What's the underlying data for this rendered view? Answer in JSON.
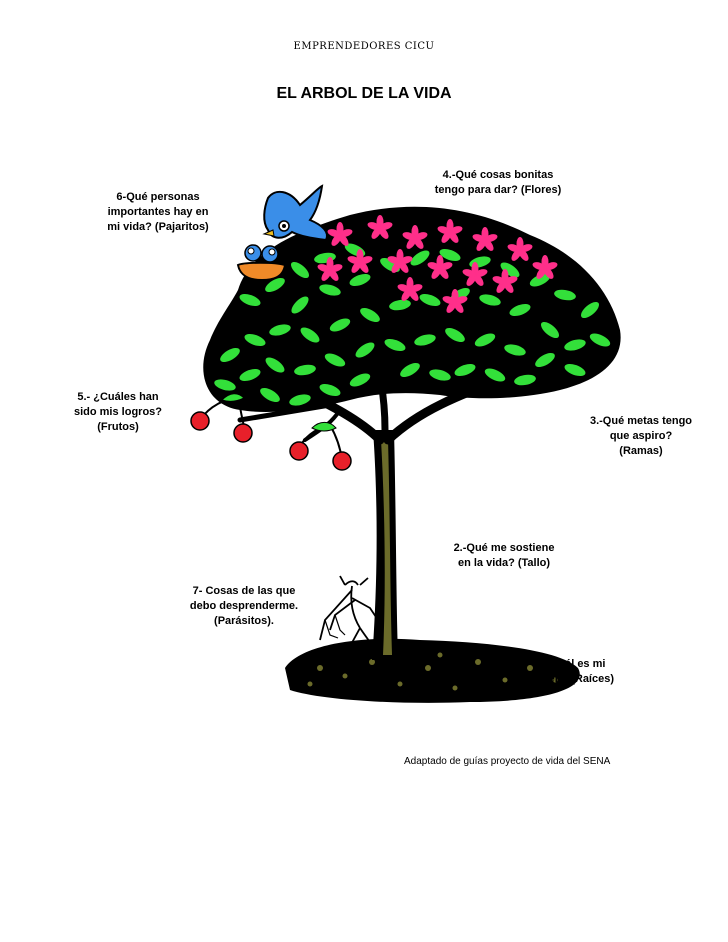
{
  "header": "EMPRENDEDORES CICU",
  "title": "EL ARBOL DE LA VIDA",
  "labels": {
    "flowers": "4.-Qué cosas bonitas\ntengo para dar? (Flores)",
    "birds": "6-Qué personas\nimportantes hay en\nmi vida? (Pajaritos)",
    "fruits": "5.- ¿Cuáles han\nsido mis logros?\n(Frutos)",
    "branches": "3.-Qué metas tengo\nque aspiro?\n(Ramas)",
    "trunk": "2.-Qué me sostiene\nen la vida? (Tallo)",
    "parasites": "7- Cosas de las que\ndebo desprenderme.\n(Parásitos).",
    "roots": "1.- Cuál es mi\nOrigen? (Raíces)"
  },
  "credit": "Adaptado de guías proyecto de vida del SENA",
  "colors": {
    "leaf_green": "#33e03a",
    "leaf_dark": "#000000",
    "flower_pink": "#ff2f8a",
    "trunk": "#6b6b2a",
    "bird_blue": "#3a8ee8",
    "nest_orange": "#f08a28",
    "fruit_red": "#e8202a"
  },
  "icons": [
    "bird-icon",
    "nest-icon",
    "cherry-icon",
    "mantis-icon",
    "flower-icon",
    "leaf-icon"
  ]
}
